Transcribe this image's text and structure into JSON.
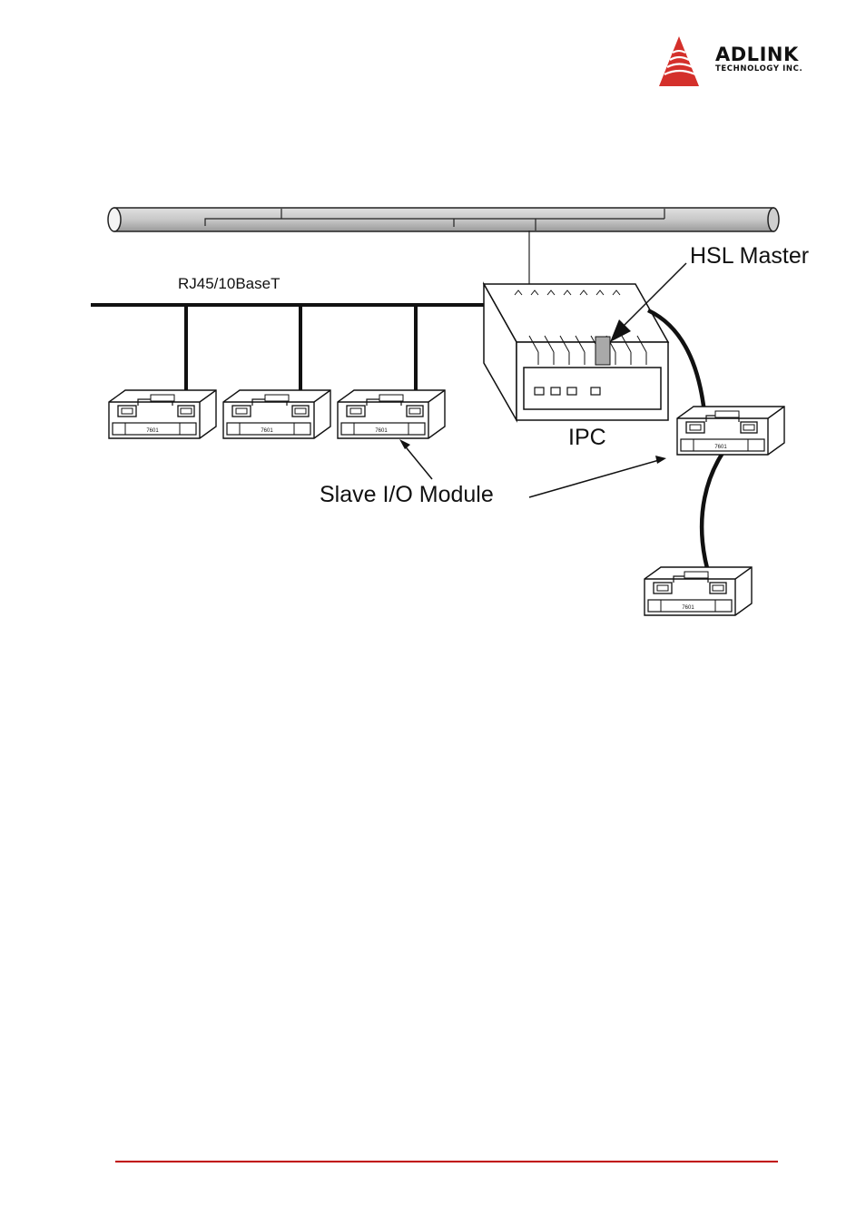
{
  "brand": {
    "name": "ADLINK",
    "tagline": "TECHNOLOGY INC.",
    "accent_color": "#d4302b"
  },
  "diagram": {
    "labels": {
      "network": "RJ45/10BaseT",
      "hsl_master": "HSL Master",
      "ipc": "IPC",
      "slave": "Slave I/O Module"
    },
    "device_label_text": "7601"
  },
  "footer": {
    "rule_color": "#c00000"
  }
}
